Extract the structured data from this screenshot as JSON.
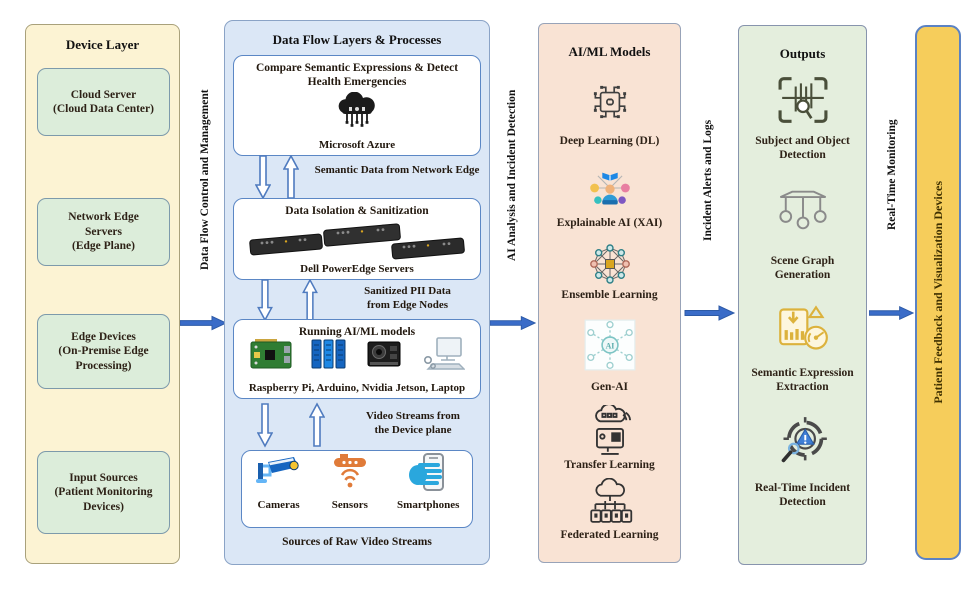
{
  "device_layer": {
    "title": "Device Layer",
    "boxes": [
      {
        "label": "Cloud Server\n(Cloud Data Center)"
      },
      {
        "label": "Network Edge\nServers\n(Edge Plane)"
      },
      {
        "label": "Edge Devices\n(On-Premise Edge\nProcessing)"
      },
      {
        "label": "Input Sources\n(Patient Monitoring\nDevices)"
      }
    ]
  },
  "connectors": [
    {
      "label": "Data Flow Control and Management"
    },
    {
      "label": "AI Analysis and Incident Detection"
    },
    {
      "label": "Incident Alerts and Logs"
    },
    {
      "label": "Real-Time Monitoring"
    }
  ],
  "data_flow": {
    "title": "Data Flow Layers & Processes",
    "compare_box": {
      "title": "Compare Semantic Expressions & Detect\nHealth Emergencies",
      "caption": "Microsoft Azure",
      "icon": "azure-cloud-icon"
    },
    "flow1_label": "Semantic Data from Network Edge",
    "isolation_box": {
      "title": "Data Isolation & Sanitization",
      "caption": "Dell PowerEdge Servers",
      "icon": "server-rack-icon"
    },
    "flow2_label": "Sanitized PII Data\nfrom Edge Nodes",
    "running_box": {
      "title": "Running AI/ML models",
      "caption": "Raspberry Pi, Arduino, Nvidia Jetson, Laptop",
      "icons": [
        "raspberry-pi-icon",
        "arduino-icon",
        "nvidia-jetson-icon",
        "laptop-icon"
      ]
    },
    "flow3_label": "Video Streams from\nthe Device plane",
    "sources_box": {
      "items": [
        {
          "label": "Cameras",
          "icon": "camera-icon"
        },
        {
          "label": "Sensors",
          "icon": "sensor-icon"
        },
        {
          "label": "Smartphones",
          "icon": "smartphone-icon"
        }
      ],
      "caption": "Sources of Raw Video Streams"
    }
  },
  "aiml_models": {
    "title": "AI/ML Models",
    "items": [
      {
        "label": "Deep Learning (DL)",
        "icon": "chip-icon"
      },
      {
        "label": "Explainable AI (XAI)",
        "icon": "explainable-ai-icon"
      },
      {
        "label": "Ensemble Learning",
        "icon": "ensemble-network-icon"
      },
      {
        "label": "Gen-AI",
        "icon": "gen-ai-icon"
      },
      {
        "label": "Transfer Learning",
        "icon": "transfer-learning-icon"
      },
      {
        "label": "Federated Learning",
        "icon": "federated-learning-icon"
      }
    ]
  },
  "outputs": {
    "title": "Outputs",
    "items": [
      {
        "label": "Subject and Object\nDetection",
        "icon": "object-detection-icon"
      },
      {
        "label": "Scene Graph\nGeneration",
        "icon": "scene-graph-icon"
      },
      {
        "label": "Semantic Expression\nExtraction",
        "icon": "semantic-extraction-icon"
      },
      {
        "label": "Real-Time Incident\nDetection",
        "icon": "incident-detection-icon"
      }
    ]
  },
  "feedback_bar": {
    "label": "Patient Feedback and Visualization Devices"
  },
  "colors": {
    "device_layer_bg": "#fcf3d3",
    "device_box_bg": "#dcedda",
    "data_flow_bg": "#dbe7f6",
    "white_box_border": "#5b87c5",
    "aiml_bg": "#f9e3d4",
    "outputs_bg": "#e4eedd",
    "feedback_bar_bg": "#f6cd5b",
    "arrow_blue": "#3a6cc8"
  }
}
